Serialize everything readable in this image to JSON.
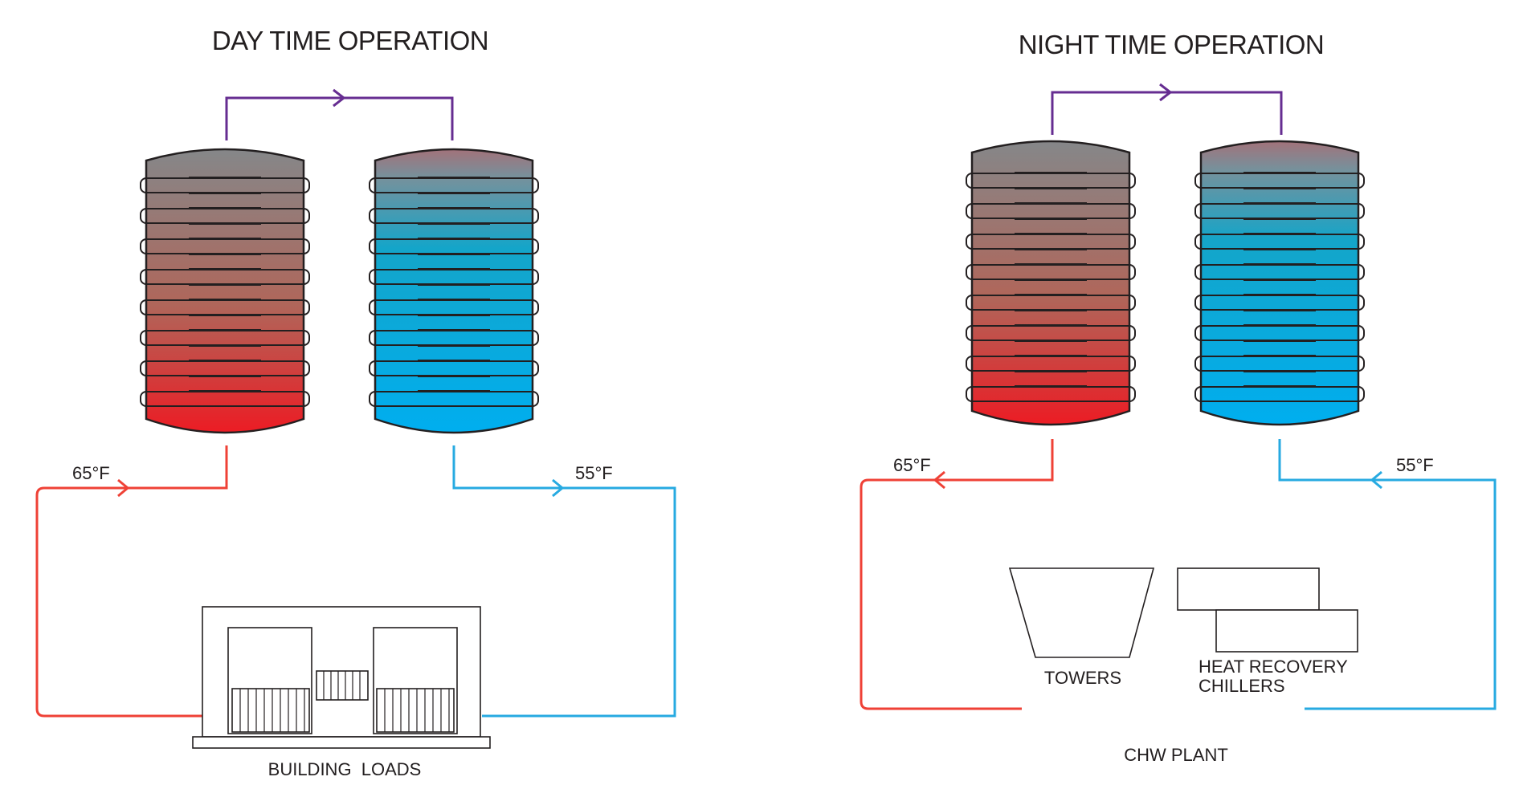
{
  "day": {
    "title": "DAY TIME OPERATION",
    "hot_temp": "65°F",
    "cold_temp": "55°F",
    "load_label": "BUILDING  LOADS"
  },
  "night": {
    "title": "NIGHT TIME OPERATION",
    "hot_temp": "65°F",
    "cold_temp": "55°F",
    "towers_label": "TOWERS",
    "chillers_label_line1": "HEAT RECOVERY",
    "chillers_label_line2": "CHILLERS",
    "plant_label": "CHW PLANT"
  },
  "colors": {
    "hot_pipe": "#ef4136",
    "cold_pipe": "#27aae1",
    "transfer_pipe": "#662d91",
    "tank_top": "#8a8a8a",
    "tank_hot_bottom": "#ed1c24",
    "tank_cold_bottom": "#00aeef",
    "outline": "#231f20"
  }
}
